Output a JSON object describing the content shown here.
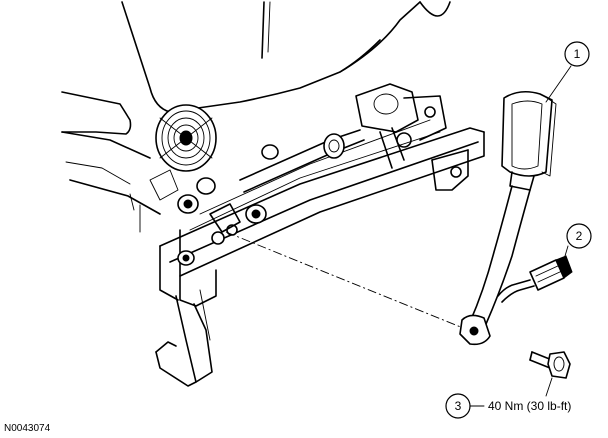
{
  "figure": {
    "id": "N0043074"
  },
  "callouts": [
    {
      "number": "1"
    },
    {
      "number": "2"
    },
    {
      "number": "3"
    }
  ],
  "torque_spec": "40 Nm (30 lb-ft)"
}
